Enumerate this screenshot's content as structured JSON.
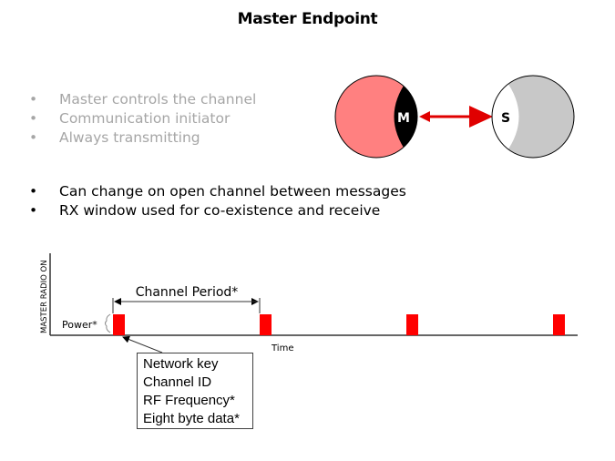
{
  "title": "Master Endpoint",
  "gray_bullets": [
    "Master controls the channel",
    "Communication initiator",
    "Always transmitting"
  ],
  "black_bullets": [
    "Can change on open channel between messages",
    "RX window used for co-existence and receive"
  ],
  "bullet_glyph": "•",
  "node_diagram": {
    "master_label": "M",
    "slave_label": "S",
    "master_color": "#ff8080",
    "master_highlight": "#000000",
    "slave_color": "#c8c8c8",
    "slave_highlight": "#ffffff",
    "arrow_color": "#e00000"
  },
  "timing_diagram": {
    "y_axis_label": "MASTER RADIO ON",
    "x_axis_label": "Time",
    "power_label": "Power*",
    "period_label": "Channel Period*",
    "pulse_color": "#ff0000",
    "pulse_count": 4,
    "callout_lines": [
      "Network key",
      "Channel ID",
      "RF Frequency*",
      "Eight byte data*"
    ]
  }
}
